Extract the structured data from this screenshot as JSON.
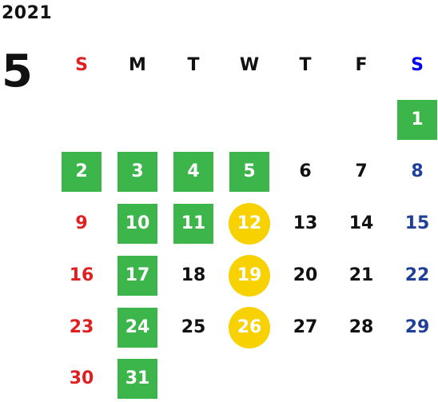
{
  "calendar": {
    "year": "2021",
    "month": "5",
    "weekdays": [
      "S",
      "M",
      "T",
      "W",
      "T",
      "F",
      "S"
    ],
    "first_weekday_index": 6,
    "days_in_month": 31,
    "highlight_green": [
      1,
      2,
      3,
      4,
      5,
      10,
      11,
      17,
      24,
      31
    ],
    "highlight_yellow": [
      12,
      19,
      26
    ],
    "colors": {
      "sunday": "#e02020",
      "saturday_header": "#0000ee",
      "saturday": "#1f3f99",
      "weekday": "#111111",
      "green": "#3cb54a",
      "yellow": "#f7d100",
      "on_highlight": "#ffffff"
    }
  }
}
